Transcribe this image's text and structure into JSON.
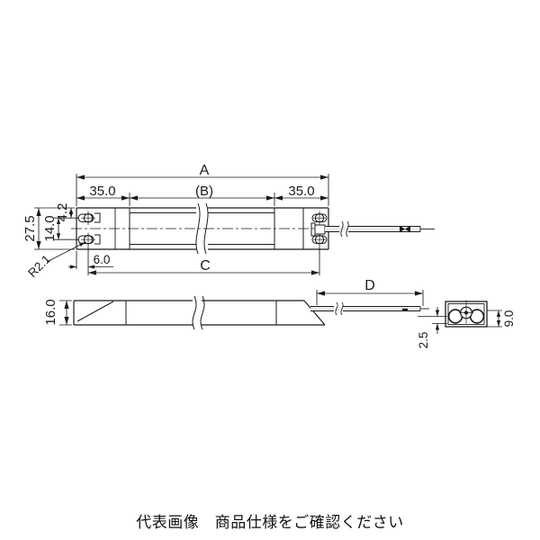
{
  "drawing": {
    "line_color": "#1a1a1a",
    "background": "#ffffff",
    "top_view": {
      "overall_length": "A",
      "left_section": "35.0",
      "mid_section": "(B)",
      "right_section": "35.0",
      "body_height": "27.5",
      "hole_pitch": "14.0",
      "hole_top_offset": "4.2",
      "slot_radius": "R2.1",
      "hole_edge_offset": "6.0",
      "mounting_pitch": "C"
    },
    "side_view": {
      "body_thickness": "16.0",
      "cable_length": "D"
    },
    "end_view": {
      "connector_height": "9.0",
      "connector_offset": "2.5"
    }
  },
  "caption": "代表画像　商品仕様をご確認ください"
}
